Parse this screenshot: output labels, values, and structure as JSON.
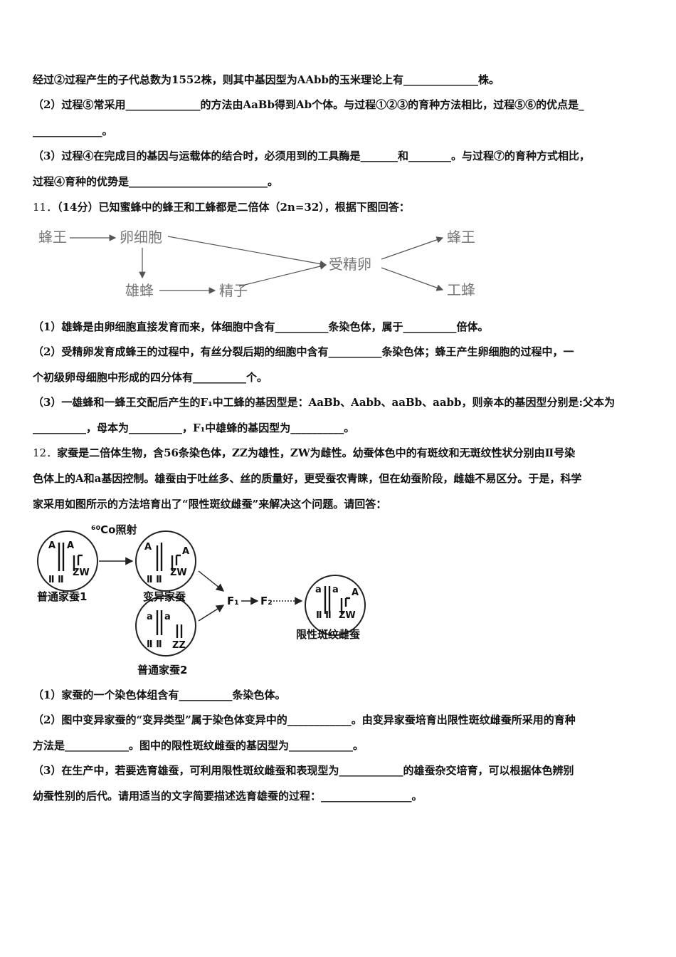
{
  "lines": [
    "经过②过程产生的子代总数为1552株，则其中基因型为AAbb的玉米理论上有______________株。",
    "（2）过程⑤常采用______________的方法由AaBb得到Ab个体。与过程①②③的育种方法相比，过程⑤⑥的优点是_",
    "_____________。",
    "（3）过程④在完成目的基因与运载体的结合时，必须用到的工具酶是_______和________。与过程⑦的育种方式相比，",
    "过程④育种的优势是__________________________。",
    "（14分）已知蜜蜂中的蜂王和工蜂都是二倍体（2n=32），根据下图回答：",
    "（1）雄蜂是由卵细胞直接发育而来，体细胞中含有__________条染色体，属于__________倍体。",
    "（2）受精卵发育成蜂王的过程中，有丝分裂后期的细胞中含有__________条染色体；蜂王产生卵细胞的过程中，一",
    "个初级卵母细胞中形成的四分体有__________个。",
    "（3）一雄蜂和一蜂王交配后产生的F₁中工蜂的基因型是：AaBb、Aabb、aaBb、aabb，则亲本的基因型分别是:父本为",
    "__________，母本为__________，F₁中雄蜂的基因型为__________。",
    "家蚕是二倍体生物，含56条染色体，ZZ为雄性，ZW为雌性。幼蚕体色中的有斑纹和无斑纹性状分别由Ⅱ号染",
    "色体上的A和a基因控制。雄蚕由于吐丝多、丝的质量好，更受蚕农青睐，但在幼蚕阶段，雌雄不易区分。于是，科学",
    "家采用如图所示的方法培育出了“限性斑纹雌蚕”来解决这个问题。请回答：",
    "（1）家蚕的一个染色体组含有__________条染色体。",
    "（2）图中变异家蚕的“变异类型”属于染色体变异中的____________。由变异家蚕培育出限性斑纹雌蚕所采用的育种",
    "方法是____________。图中的限性斑纹雌蚕的基因型为____________。",
    "（3）在生产中，若要选育雄蚕，可利用限性斑纹雌蚕和表现型为____________的雄蚕杂交培育，可以根据体色辨别",
    "幼蚕性别的后代。请用适当的文字简要描述选育雄蚕的过程：_________________。"
  ],
  "q11_num": "11．",
  "q12_num": "12．",
  "bee": {
    "queen": "蜂王",
    "egg": "卵细胞",
    "drone": "雄蜂",
    "sperm": "精子",
    "zygote": "受精卵",
    "queen_out": "蜂王",
    "worker": "工蜂"
  },
  "silk": {
    "radiation": "⁶⁰Co照射",
    "ordinary1": "普通家蚕1",
    "mutant": "变异家蚕",
    "ordinary2": "普通家蚕2",
    "limited": "限性斑纹雌蚕",
    "f1": "F₁",
    "f2": "F₂",
    "roman": "Ⅱ Ⅱ",
    "zw": "ZW",
    "zz": "ZZ",
    "gA": "A",
    "ga": "a"
  }
}
